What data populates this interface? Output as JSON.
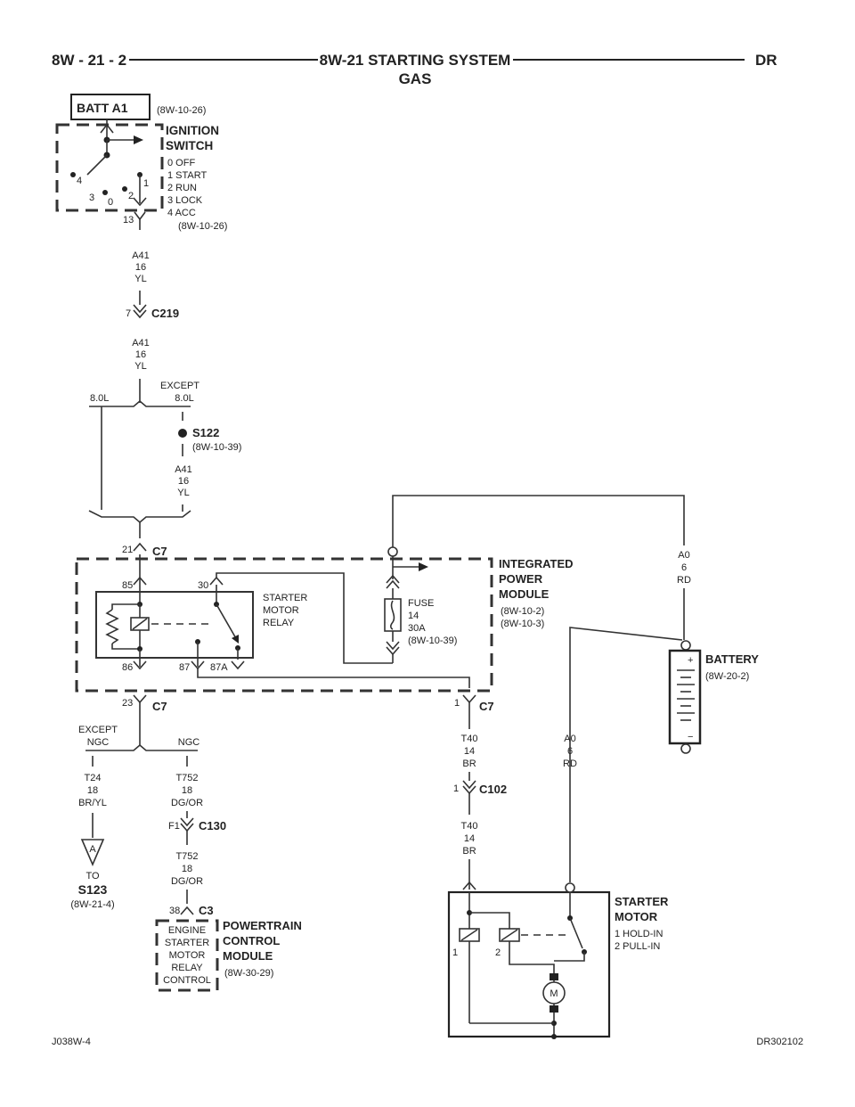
{
  "header": {
    "page_code": "8W - 21 - 2",
    "title_line1": "8W-21 STARTING SYSTEM",
    "title_line2": "GAS",
    "brand": "DR"
  },
  "footer": {
    "left_code": "J038W-4",
    "right_code": "DR302102"
  },
  "batt_a1": {
    "label": "BATT A1",
    "ref": "(8W-10-26)"
  },
  "ignition_switch": {
    "title_line1": "IGNITION",
    "title_line2": "SWITCH",
    "positions": [
      "0 OFF",
      "1 START",
      "2 RUN",
      "3 LOCK",
      "4 ACC"
    ],
    "ref": "(8W-10-26)",
    "contact_numbers": [
      "4",
      "3",
      "0",
      "2",
      "1"
    ],
    "pin": "13"
  },
  "wire_a41_top": {
    "circuit": "A41",
    "gauge": "16",
    "color": "YL"
  },
  "c219": {
    "pin": "7",
    "label": "C219"
  },
  "wire_a41_mid": {
    "circuit": "A41",
    "gauge": "16",
    "color": "YL"
  },
  "branch_top": {
    "left": "8.0L",
    "right_line1": "EXCEPT",
    "right_line2": "8.0L"
  },
  "s122": {
    "label": "S122",
    "ref": "(8W-10-39)"
  },
  "wire_a41_low": {
    "circuit": "A41",
    "gauge": "16",
    "color": "YL"
  },
  "c7_top": {
    "pin": "21",
    "label": "C7"
  },
  "ipm": {
    "title_line1": "INTEGRATED",
    "title_line2": "POWER",
    "title_line3": "MODULE",
    "ref1": "(8W-10-2)",
    "ref2": "(8W-10-3)"
  },
  "relay": {
    "label_line1": "STARTER",
    "label_line2": "MOTOR",
    "label_line3": "RELAY",
    "pin85": "85",
    "pin30": "30",
    "pin86": "86",
    "pin87": "87",
    "pin87a": "87A"
  },
  "fuse": {
    "label": "FUSE",
    "number": "14",
    "rating": "30A",
    "ref": "(8W-10-39)"
  },
  "wire_a0_top": {
    "circuit": "A0",
    "gauge": "6",
    "color": "RD"
  },
  "battery": {
    "label": "BATTERY",
    "ref": "(8W-20-2)",
    "plus": "+",
    "minus": "−"
  },
  "c7_bottom_left": {
    "pin": "23",
    "label": "C7"
  },
  "c7_bottom_right": {
    "pin": "1",
    "label": "C7"
  },
  "branch_bottom": {
    "left_line1": "EXCEPT",
    "left_line2": "NGC",
    "right": "NGC"
  },
  "wire_t24": {
    "circuit": "T24",
    "gauge": "18",
    "color": "BR/YL"
  },
  "wire_t752_top": {
    "circuit": "T752",
    "gauge": "18",
    "color": "DG/OR"
  },
  "c130": {
    "pin": "F1",
    "label": "C130"
  },
  "wire_t752_low": {
    "circuit": "T752",
    "gauge": "18",
    "color": "DG/OR"
  },
  "splice_ref": {
    "letter": "A",
    "to": "TO",
    "label": "S123",
    "ref": "(8W-21-4)"
  },
  "c3": {
    "pin": "38",
    "label": "C3"
  },
  "pcm": {
    "title_line1": "POWERTRAIN",
    "title_line2": "CONTROL",
    "title_line3": "MODULE",
    "ref": "(8W-30-29)",
    "inner": [
      "ENGINE",
      "STARTER",
      "MOTOR",
      "RELAY",
      "CONTROL"
    ]
  },
  "wire_t40_top": {
    "circuit": "T40",
    "gauge": "14",
    "color": "BR"
  },
  "c102": {
    "pin": "1",
    "label": "C102"
  },
  "wire_t40_low": {
    "circuit": "T40",
    "gauge": "14",
    "color": "BR"
  },
  "wire_a0_low": {
    "circuit": "A0",
    "gauge": "6",
    "color": "RD"
  },
  "starter_motor": {
    "title_line1": "STARTER",
    "title_line2": "MOTOR",
    "coils": [
      "1 HOLD-IN",
      "2 PULL-IN"
    ],
    "coil1": "1",
    "coil2": "2",
    "motor_symbol": "M"
  }
}
